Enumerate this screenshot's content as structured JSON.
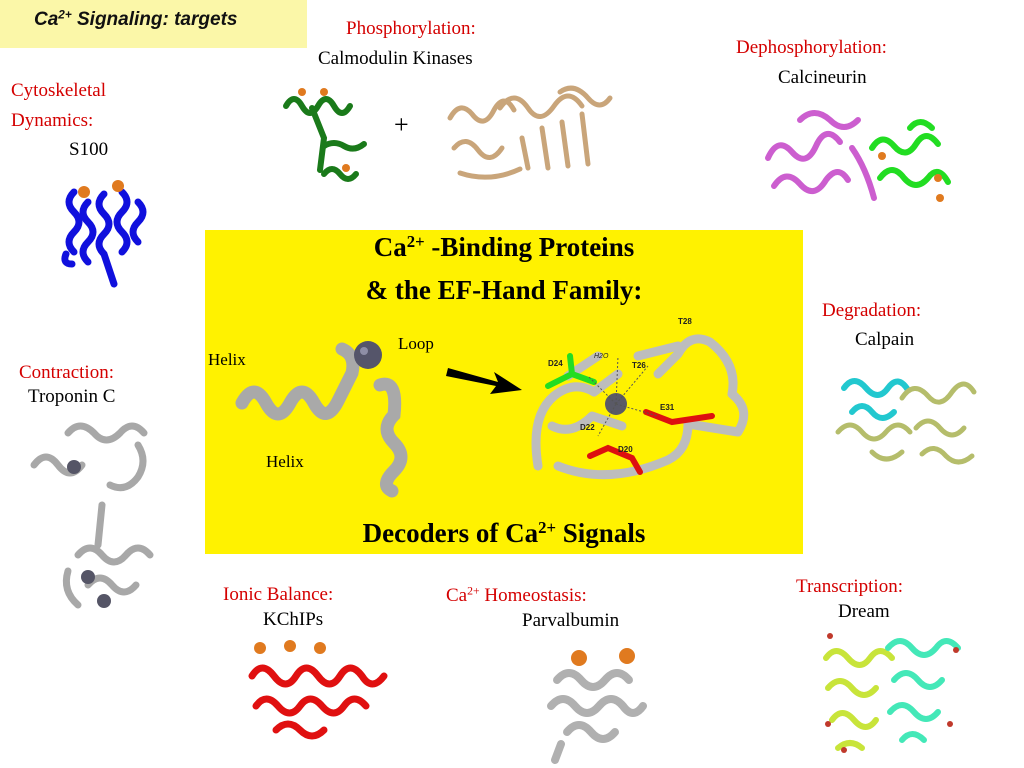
{
  "tag": {
    "prefix": "Ca",
    "sup": "2+",
    "suffix": " Signaling: targets"
  },
  "targets": {
    "phosphorylation": {
      "label": "Phosphorylation:",
      "protein": "Calmodulin Kinases",
      "plus": "+"
    },
    "dephosphorylation": {
      "label": "Dephosphorylation:",
      "protein": "Calcineurin"
    },
    "cytoskeletal": {
      "label_line1": "Cytoskeletal",
      "label_line2": "Dynamics:",
      "protein": "S100"
    },
    "degradation": {
      "label": "Degradation:",
      "protein": "Calpain"
    },
    "contraction": {
      "label": "Contraction:",
      "protein": "Troponin C"
    },
    "ionic": {
      "label": "Ionic Balance:",
      "protein": "KChIPs"
    },
    "homeostasis": {
      "label_prefix": "Ca",
      "label_sup": "2+",
      "label_suffix": " Homeostasis:",
      "protein": "Parvalbumin"
    },
    "transcription": {
      "label": "Transcription:",
      "protein": "Dream"
    }
  },
  "center": {
    "title1_prefix": "Ca",
    "title1_sup": "2+",
    "title1_suffix": " -Binding Proteins",
    "title2": "& the EF-Hand Family:",
    "bottom_prefix": "Decoders of Ca",
    "bottom_sup": "2+",
    "bottom_suffix": " Signals",
    "helix_top": "Helix",
    "helix_bottom": "Helix",
    "loop": "Loop",
    "residues": {
      "t28": "T28",
      "d24": "D24",
      "h2o": "H2O",
      "t26": "T26",
      "e31": "E31",
      "d22": "D22",
      "d20": "D20"
    }
  },
  "colors": {
    "panel": "#fff200",
    "tag_box": "#fbf7a8",
    "label_red": "#d40000",
    "camk": "#1a7a1a",
    "kinase": "#c9a57a",
    "calcineurin_a": "#cc5ecf",
    "calcineurin_b": "#22dd22",
    "s100": "#1010dd",
    "calpain_a": "#22c8cf",
    "calpain_b": "#b5bd6b",
    "troponin": "#a8a8a8",
    "kchip": "#e01010",
    "parvalbumin": "#b0b0b0",
    "dream_a": "#c8e43a",
    "dream_b": "#44e8b8",
    "ion_orange": "#e07a1f",
    "ion_gray": "#555566",
    "loop_green": "#22dd22",
    "loop_red": "#dd1010"
  }
}
